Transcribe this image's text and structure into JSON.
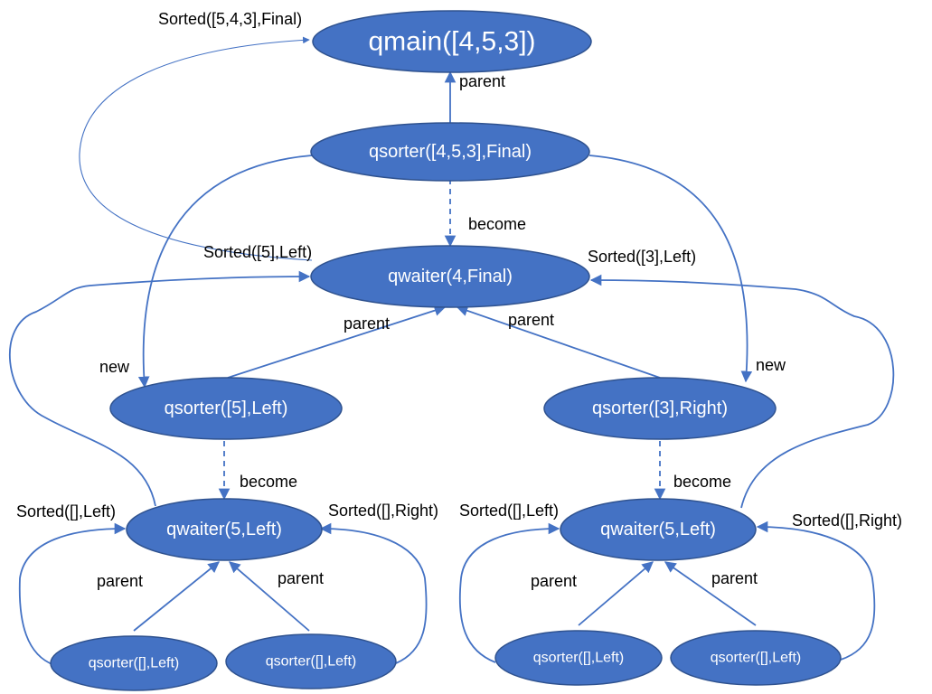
{
  "colors": {
    "node_fill": "#4472c4",
    "node_stroke": "#2f528f",
    "edge": "#4472c4"
  },
  "nodes": {
    "qmain": "qmain([4,5,3])",
    "qsorter_final": "qsorter([4,5,3],Final)",
    "qwaiter_final": "qwaiter(4,Final)",
    "qsorter_5_left": "qsorter([5],Left)",
    "qsorter_3_right": "qsorter([3],Right)",
    "qwaiter_5_left_a": "qwaiter(5,Left)",
    "qwaiter_5_left_b": "qwaiter(5,Left)",
    "qsorter_empty_left_1": "qsorter([],Left)",
    "qsorter_empty_left_2": "qsorter([],Left)",
    "qsorter_empty_left_3": "qsorter([],Left)",
    "qsorter_empty_left_4": "qsorter([],Left)"
  },
  "edge_labels": {
    "sorted_543_final": "Sorted([5,4,3],Final)",
    "parent_top": "parent",
    "become_1": "become",
    "sorted_5_left": "Sorted([5],Left)",
    "sorted_3_left": "Sorted([3],Left)",
    "parent_left": "parent",
    "parent_right": "parent",
    "new_left": "new",
    "new_right": "new",
    "become_2": "become",
    "become_3": "become",
    "sorted_empty_left_a": "Sorted([],Left)",
    "sorted_empty_right_a": "Sorted([],Right)",
    "sorted_empty_left_b": "Sorted([],Left)",
    "sorted_empty_right_b": "Sorted([],Right)",
    "parent_ll": "parent",
    "parent_lr": "parent",
    "parent_rl": "parent",
    "parent_rr": "parent"
  }
}
